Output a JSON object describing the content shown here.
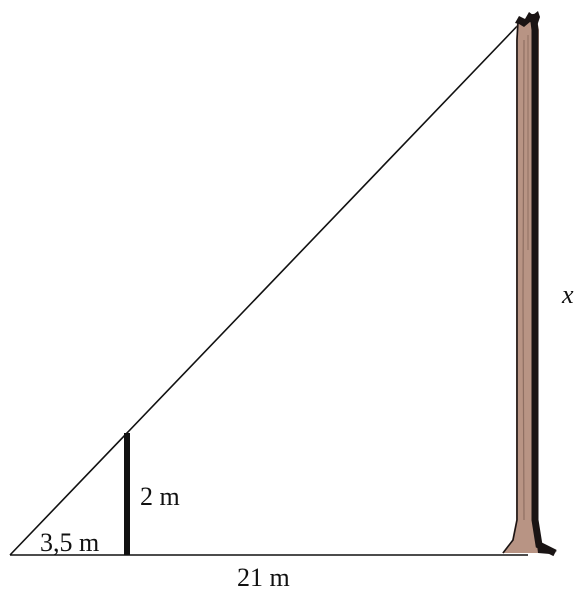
{
  "labels": {
    "small_base": "3,5 m",
    "stick_height": "2 m",
    "total_base": "21 m",
    "tree_height": "x"
  },
  "colors": {
    "line": "#111111",
    "trunk_fill": "#b89484",
    "trunk_dark": "#1a1414",
    "background": "#ffffff"
  }
}
